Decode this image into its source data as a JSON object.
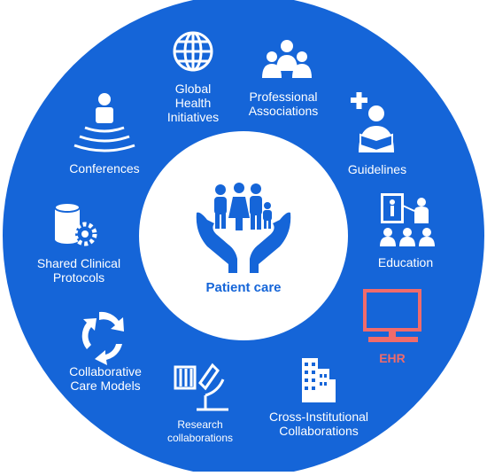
{
  "center": {
    "label": "Patient care"
  },
  "segments": [
    {
      "id": "global",
      "lines": [
        "Global",
        "Health",
        "Initiatives"
      ],
      "icon": "globe-icon"
    },
    {
      "id": "professional",
      "lines": [
        "Professional",
        "Associations"
      ],
      "icon": "people-group-icon"
    },
    {
      "id": "guidelines",
      "lines": [
        "Guidelines"
      ],
      "icon": "doctor-reading-icon"
    },
    {
      "id": "education",
      "lines": [
        "Education"
      ],
      "icon": "presentation-classroom-icon"
    },
    {
      "id": "ehr",
      "lines": [
        "EHR"
      ],
      "icon": "computer-monitor-icon"
    },
    {
      "id": "cross",
      "lines": [
        "Cross-Institutional",
        "Collaborations"
      ],
      "icon": "buildings-icon"
    },
    {
      "id": "research",
      "lines": [
        "Research",
        "collaborations"
      ],
      "icon": "microscope-icon"
    },
    {
      "id": "collab",
      "lines": [
        "Collaborative",
        "Care Models"
      ],
      "icon": "cycle-arrows-icon"
    },
    {
      "id": "protocols",
      "lines": [
        "Shared Clinical",
        "Protocols"
      ],
      "icon": "database-gear-icon"
    },
    {
      "id": "conferences",
      "lines": [
        "Conferences"
      ],
      "icon": "speaker-podium-icon"
    }
  ],
  "colors": {
    "ring": "#1565d8",
    "center": "#ffffff",
    "accent": "#1565d8",
    "ehr": "#f06b6b"
  }
}
